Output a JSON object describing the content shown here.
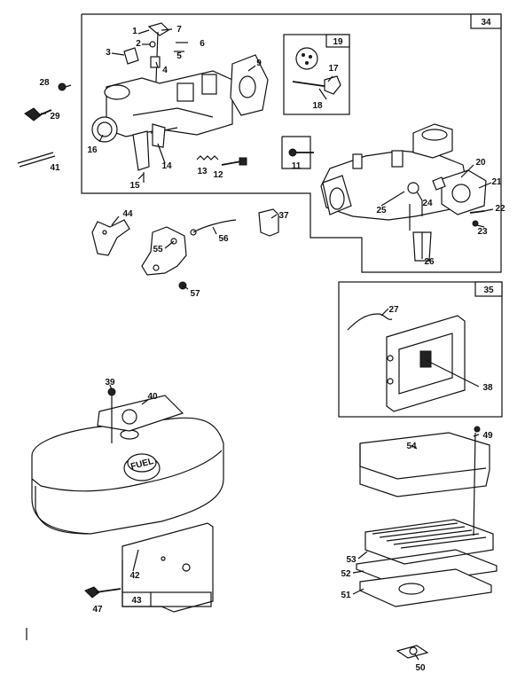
{
  "diagram": {
    "boxes": [
      {
        "id": "box34",
        "number": "34"
      },
      {
        "id": "box19",
        "number": "19"
      },
      {
        "id": "box35",
        "number": "35"
      }
    ],
    "callouts": {
      "n1": "1",
      "n2": "2",
      "n3": "3",
      "n4": "4",
      "n5": "5",
      "n6": "6",
      "n7": "7",
      "n9": "9",
      "n11": "11",
      "n12": "12",
      "n13": "13",
      "n14": "14",
      "n15": "15",
      "n16": "16",
      "n17": "17",
      "n18": "18",
      "n20": "20",
      "n21": "21",
      "n22": "22",
      "n23": "23",
      "n24": "24",
      "n25": "25",
      "n26": "26",
      "n27": "27",
      "n28": "28",
      "n29": "29",
      "n37": "37",
      "n38": "38",
      "n39": "39",
      "n40": "40",
      "n41": "41",
      "n42": "42",
      "n43": "43",
      "n44": "44",
      "n47": "47",
      "n49": "49",
      "n50": "50",
      "n51": "51",
      "n52": "52",
      "n53": "53",
      "n54": "54",
      "n55": "55",
      "n56": "56",
      "n57": "57"
    },
    "tank_cap_text": "FUEL"
  }
}
